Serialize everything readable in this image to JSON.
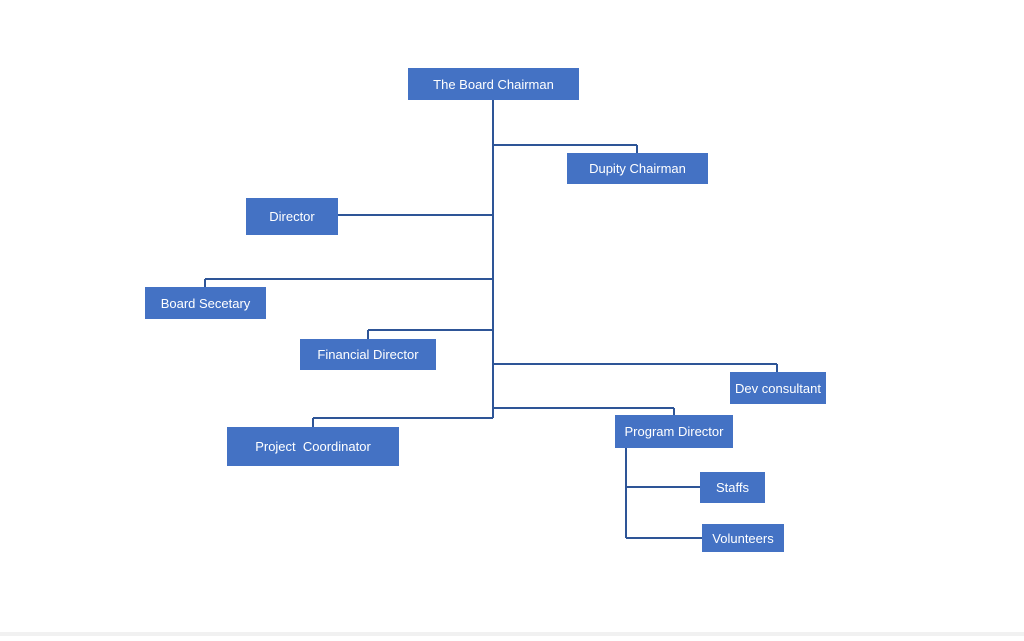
{
  "org_chart": {
    "nodes": {
      "board_chairman": "The Board Chairman",
      "deputy_chairman": "Dupity Chairman",
      "director": "Director",
      "board_secretary": "Board Secetary",
      "financial_director": "Financial Director",
      "dev_consultant": "Dev consultant",
      "project_coordinator": "Project  Coordinator",
      "program_director": "Program Director",
      "staffs": "Staffs",
      "volunteers": "Volunteers"
    },
    "colors": {
      "node_fill": "#4472c4",
      "node_text": "#ffffff",
      "connector": "#2e5597"
    }
  }
}
